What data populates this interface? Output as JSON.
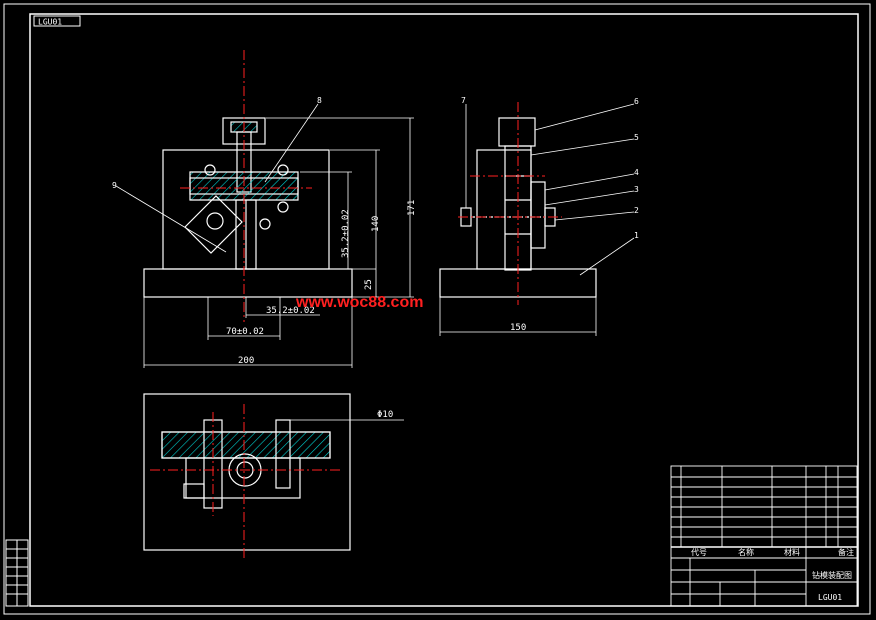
{
  "sheet": {
    "code_box": "LGU01"
  },
  "watermark": "www.woc88.com",
  "front_view": {
    "dim_height_total": "171",
    "dim_height_140": "140",
    "dim_35_vertical": "35.2±0.02",
    "dim_base_25": "25",
    "dim_35_horizontal": "35.2±0.02",
    "dim_70": "70±0.02",
    "dim_width_200": "200",
    "label_8": "8",
    "label_9": "9"
  },
  "side_view": {
    "dim_width_150": "150",
    "labels": [
      "7",
      "6",
      "5",
      "4",
      "3",
      "2",
      "1"
    ]
  },
  "top_view": {
    "hole_dim": "Φ10"
  },
  "title_block": {
    "header": [
      "代号",
      "名称",
      "材料",
      "备注"
    ],
    "drawing_title": "钻模装配图",
    "drawing_number": "LGU01"
  },
  "colors": {
    "background": "#000000",
    "lines": "#ffffff",
    "centerline": "#ff2020",
    "hatch": "#00d0d0",
    "watermark": "#ff2020"
  }
}
